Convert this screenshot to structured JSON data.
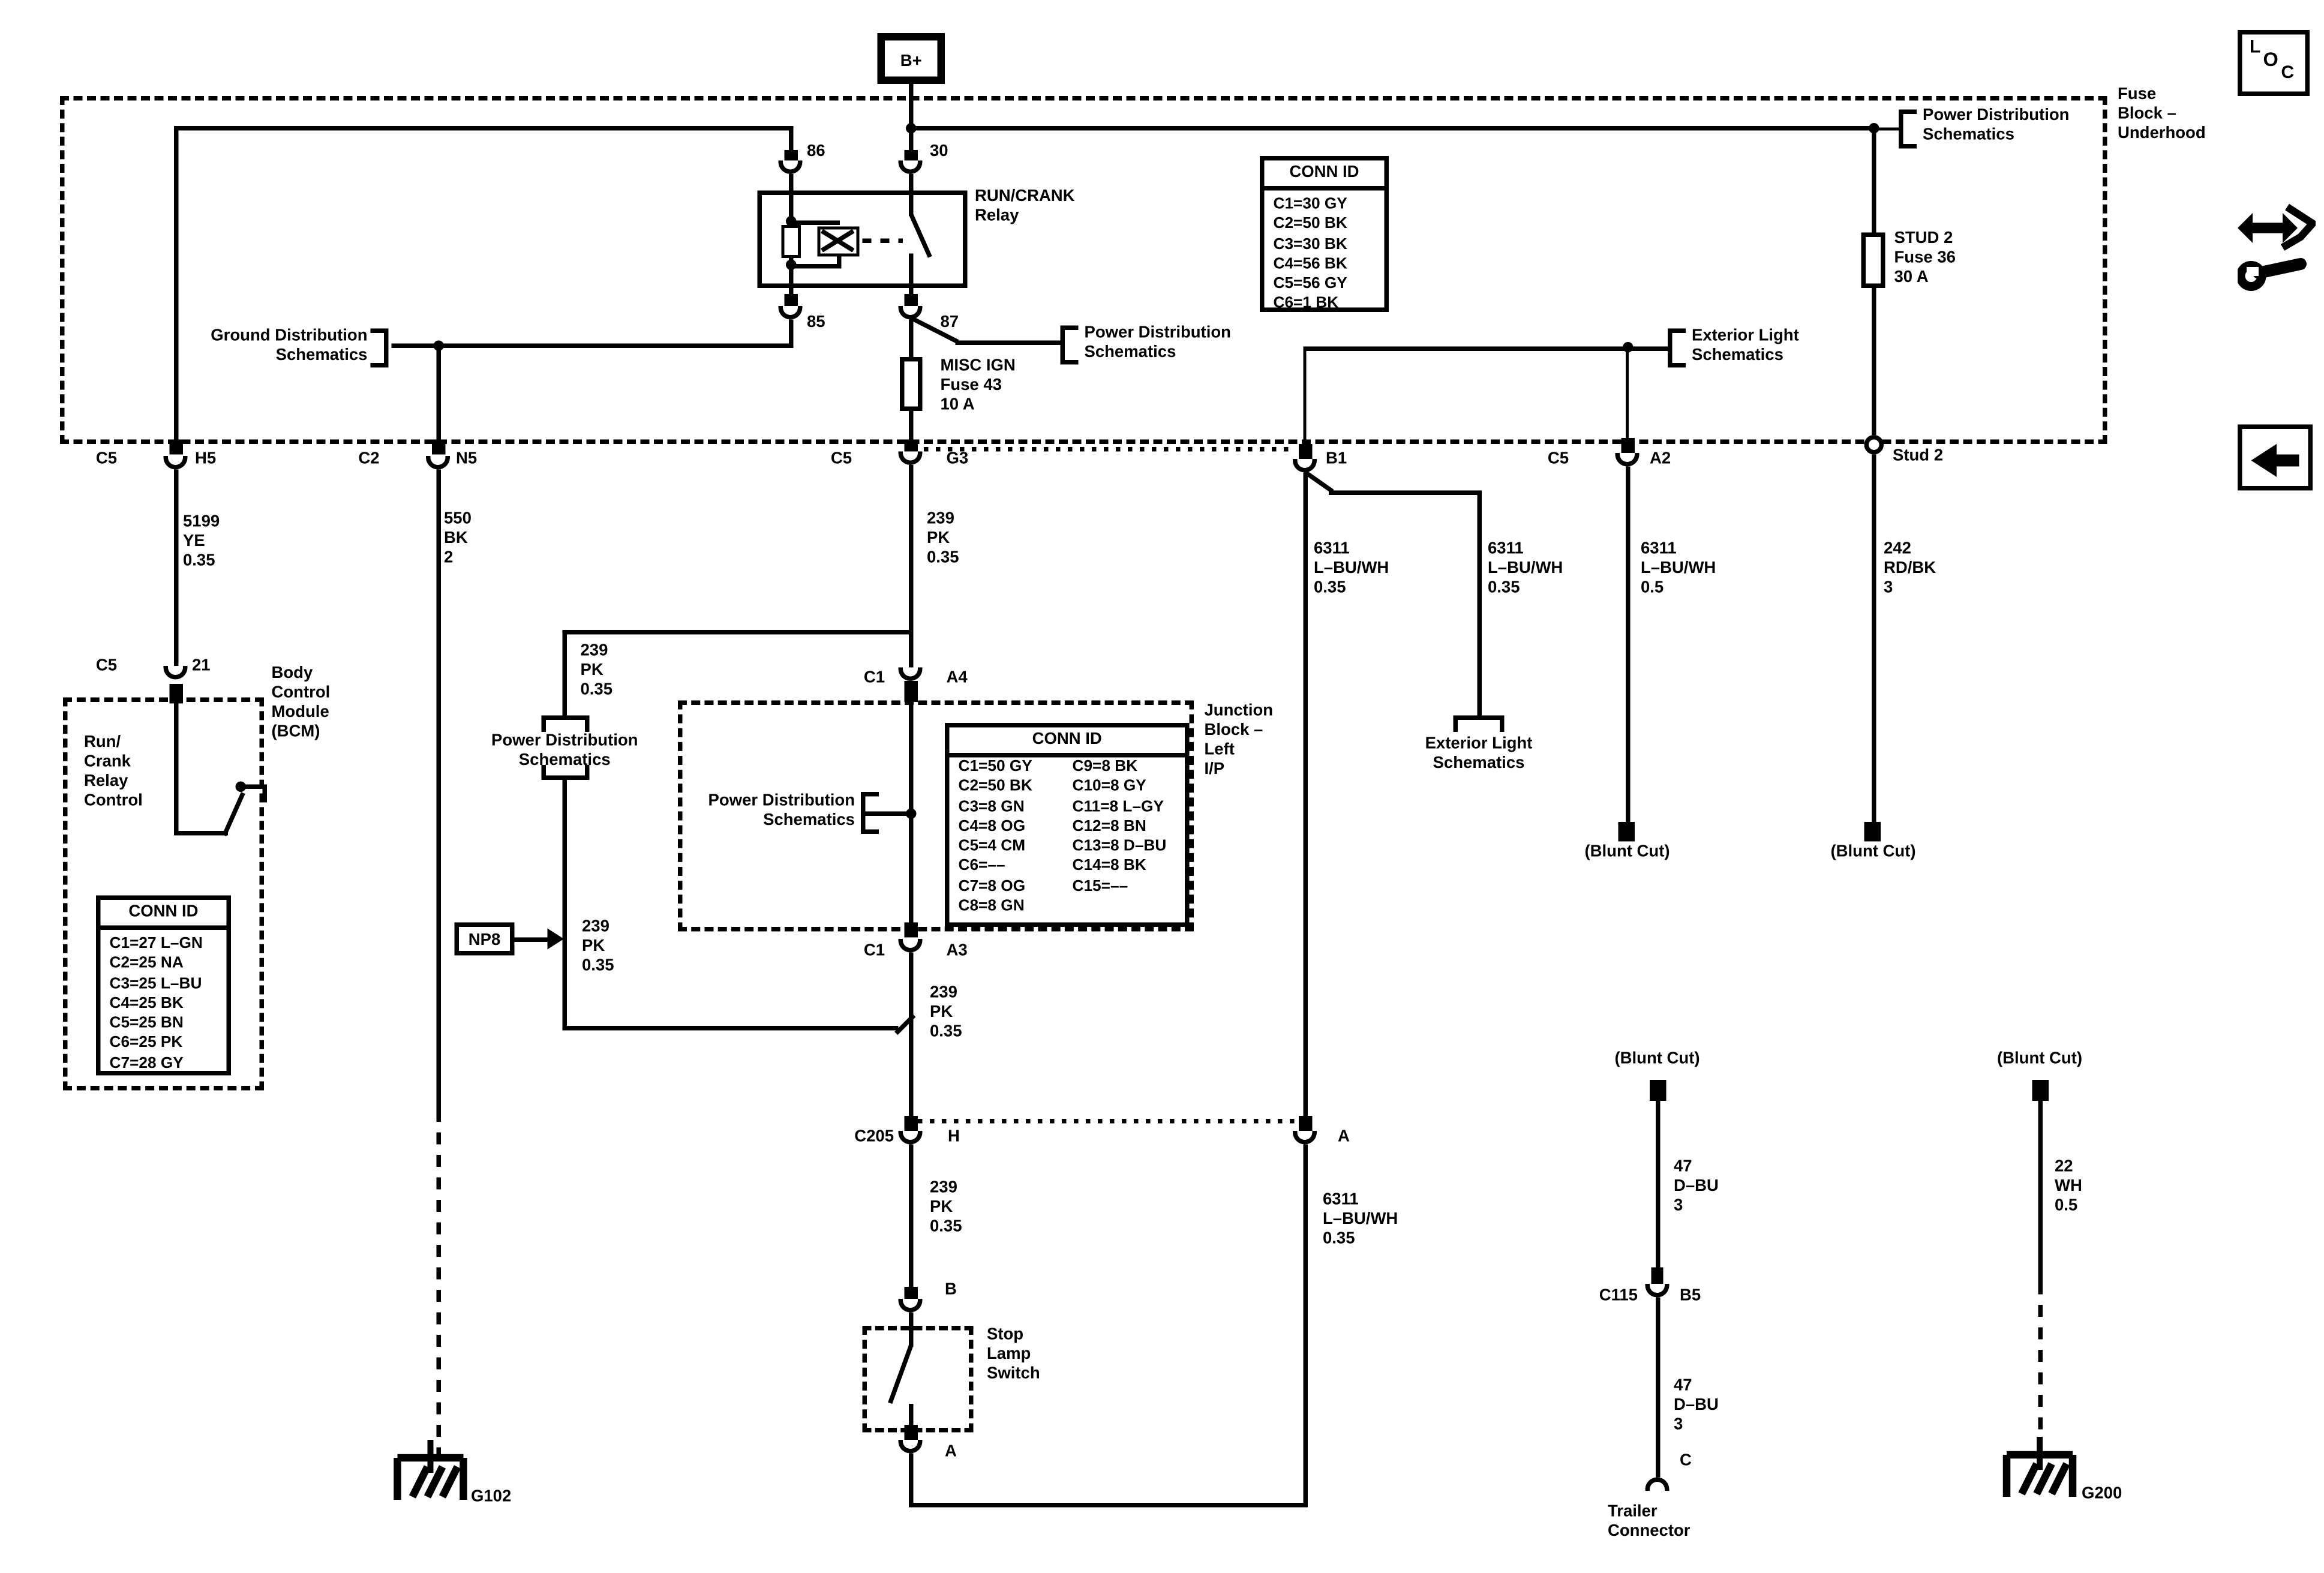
{
  "icons": {
    "loc": [
      "L",
      "O",
      "C"
    ]
  },
  "top": {
    "bplus": "B+"
  },
  "fuse_block": {
    "label": [
      "Fuse",
      "Block –",
      "Underhood"
    ],
    "conn_id": {
      "title": "CONN ID",
      "rows": [
        "C1=30 GY",
        "C2=50 BK",
        "C3=30 BK",
        "C4=56 BK",
        "C5=56 GY",
        "C6=1 BK"
      ]
    },
    "relay": {
      "name": [
        "RUN/CRANK",
        "Relay"
      ],
      "p86": "86",
      "p30": "30",
      "p85": "85",
      "p87": "87"
    },
    "misc_fuse": [
      "MISC IGN",
      "Fuse 43",
      "10 A"
    ],
    "stud2_fuse": [
      "STUD 2",
      "Fuse 36",
      "30 A"
    ],
    "refs": {
      "pd_tr": [
        "Power Distribution",
        "Schematics"
      ],
      "gd": [
        "Ground Distribution",
        "Schematics"
      ],
      "pd87": [
        "Power Distribution",
        "Schematics"
      ],
      "el": [
        "Exterior Light",
        "Schematics"
      ]
    }
  },
  "row": {
    "h5": [
      "C5",
      "H5"
    ],
    "n5": [
      "C2",
      "N5"
    ],
    "g3": [
      "C5",
      "G3"
    ],
    "b1": "B1",
    "a2": [
      "C5",
      "A2"
    ],
    "stud2": "Stud 2"
  },
  "wires": {
    "h5": [
      "5199",
      "YE",
      "0.35"
    ],
    "n5": [
      "550",
      "BK",
      "2"
    ],
    "g3": [
      "239",
      "PK",
      "0.35"
    ],
    "b1": [
      "6311",
      "L–BU/WH",
      "0.35"
    ],
    "b1b": [
      "6311",
      "L–BU/WH",
      "0.35"
    ],
    "a2": [
      "6311",
      "L–BU/WH",
      "0.5"
    ],
    "stud2": [
      "242",
      "RD/BK",
      "3"
    ],
    "loop1": [
      "239",
      "PK",
      "0.35"
    ],
    "loop2": [
      "239",
      "PK",
      "0.35"
    ],
    "a3": [
      "239",
      "PK",
      "0.35"
    ],
    "c205": [
      "239",
      "PK",
      "0.35"
    ],
    "lamp_r": [
      "6311",
      "L–BU/WH",
      "0.35"
    ],
    "tr1": [
      "47",
      "D–BU",
      "3"
    ],
    "tr2": [
      "47",
      "D–BU",
      "3"
    ],
    "g200w": [
      "22",
      "WH",
      "0.5"
    ]
  },
  "jb": {
    "label": [
      "Junction",
      "Block –",
      "Left",
      "I/P"
    ],
    "pd": [
      "Power Distribution",
      "Schematics"
    ],
    "a4": [
      "C1",
      "A4"
    ],
    "a3": [
      "C1",
      "A3"
    ],
    "conn_id": {
      "title": "CONN ID",
      "left": [
        "C1=50 GY",
        "C2=50 BK",
        "C3=8 GN",
        "C4=8 OG",
        "C5=4 CM",
        "C6=––",
        "C7=8 OG",
        "C8=8 GN"
      ],
      "right": [
        "C9=8 BK",
        "C10=8 GY",
        "C11=8 L–GY",
        "C12=8 BN",
        "C13=8 D–BU",
        "C14=8 BK",
        "C15=––"
      ]
    }
  },
  "loop": {
    "pd": [
      "Power Distribution",
      "Schematics"
    ],
    "np8": "NP8"
  },
  "branch": {
    "el": [
      "Exterior Light",
      "Schematics"
    ]
  },
  "bcm": {
    "name": [
      "Body",
      "Control",
      "Module",
      "(BCM)"
    ],
    "fn": [
      "Run/",
      "Crank",
      "Relay",
      "Control"
    ],
    "conn": [
      "C5",
      "21"
    ],
    "conn_id": {
      "title": "CONN ID",
      "rows": [
        "C1=27 L–GN",
        "C2=25 NA",
        "C3=25 L–BU",
        "C4=25 BK",
        "C5=25 BN",
        "C6=25 PK",
        "C7=28 GY"
      ]
    }
  },
  "lamp": {
    "c205": [
      "C205",
      "H"
    ],
    "b": "B",
    "a": "A",
    "name": [
      "Stop",
      "Lamp",
      "Switch"
    ],
    "ra": "A"
  },
  "bottom": {
    "blunt": "(Blunt Cut)",
    "c115": [
      "C115",
      "B5"
    ],
    "c": "C",
    "trailer": [
      "Trailer",
      "Connector"
    ],
    "g102": "G102",
    "g200": "G200"
  }
}
